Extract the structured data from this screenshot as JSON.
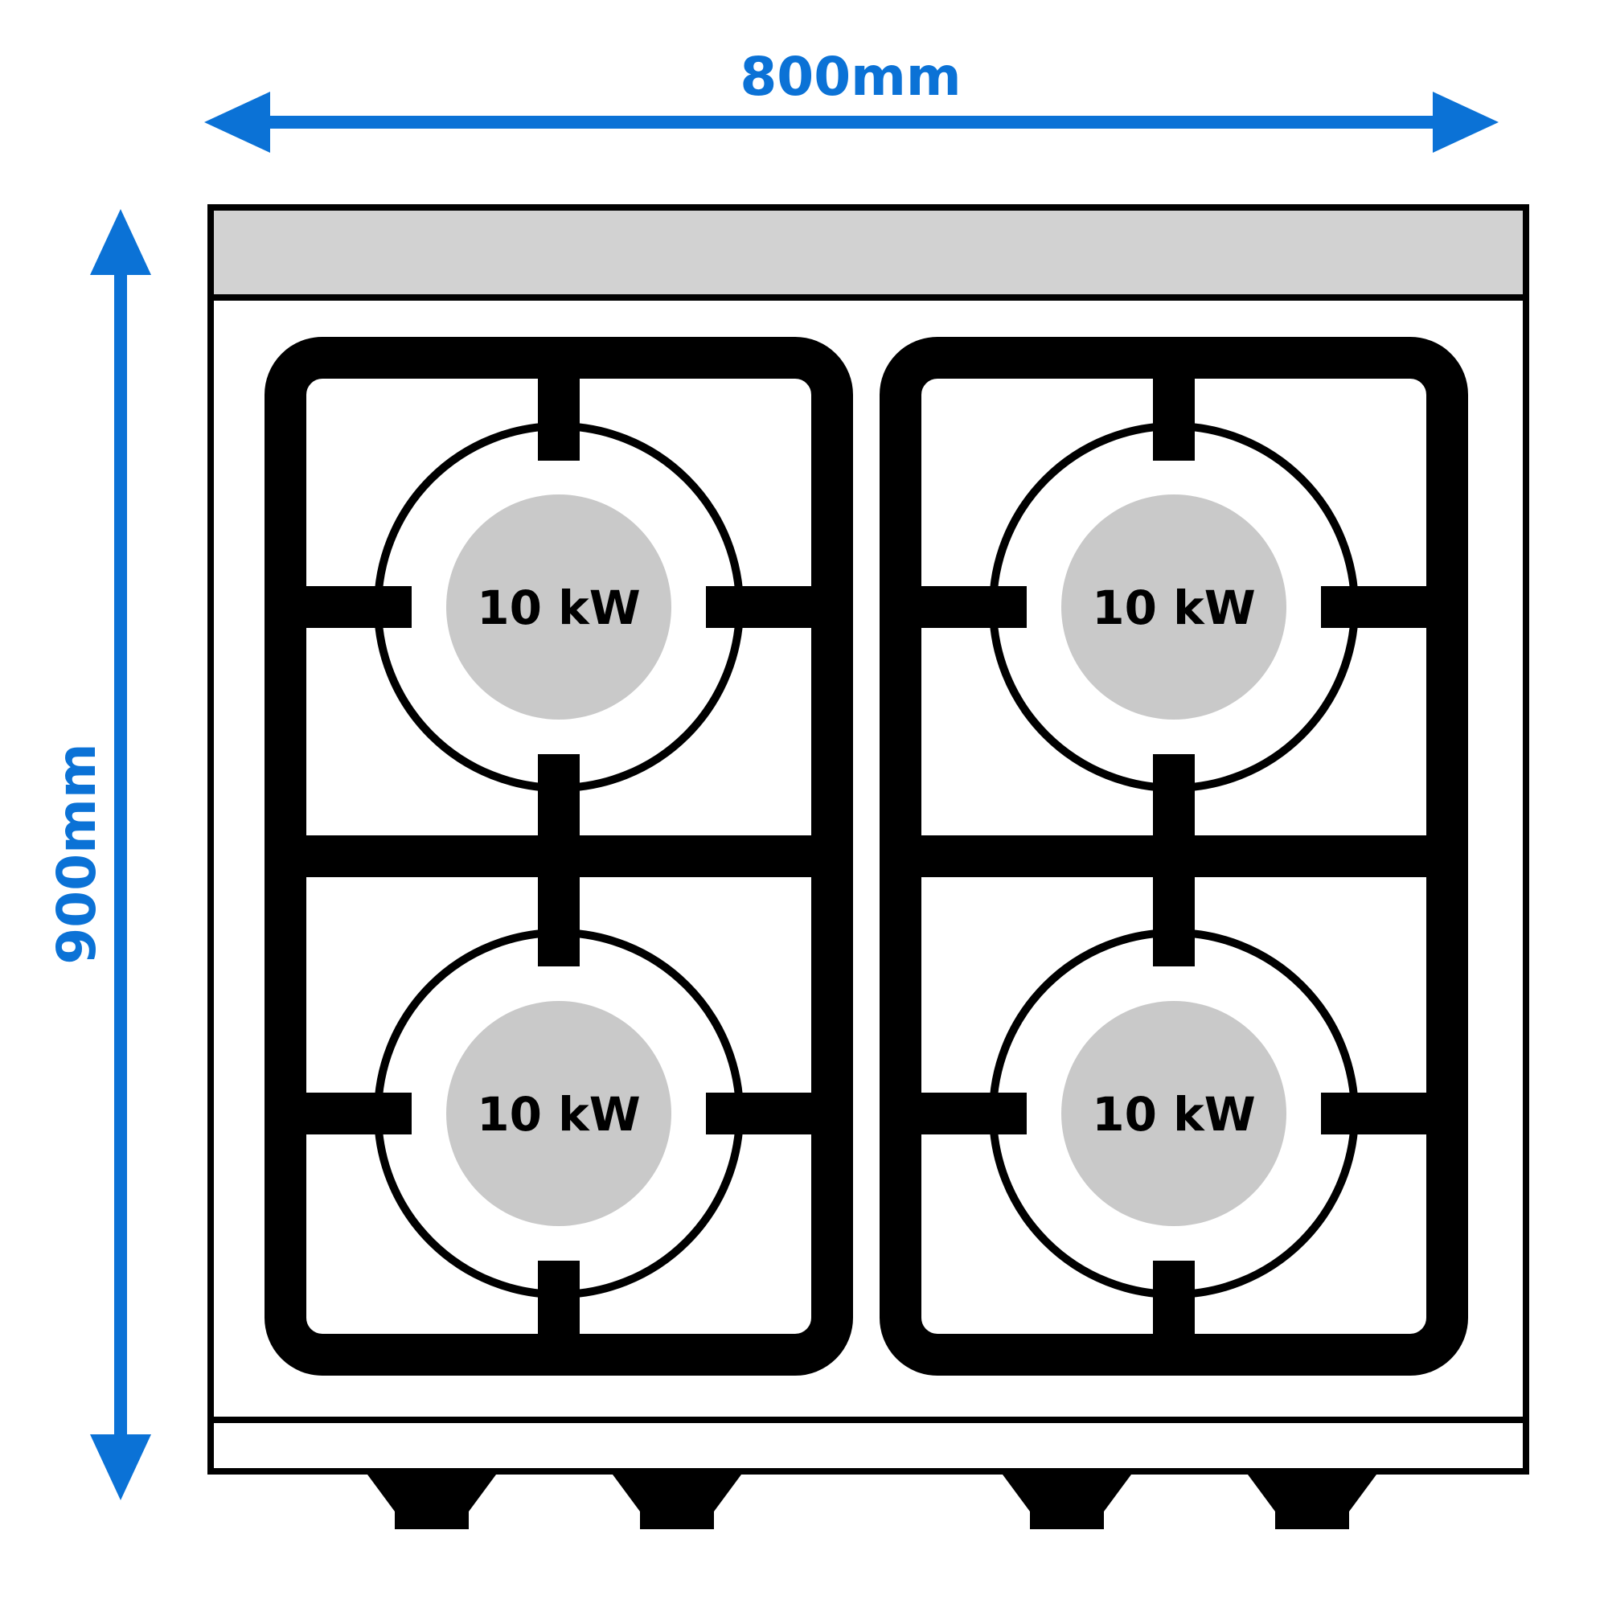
{
  "dimensions": {
    "width_label": "800mm",
    "height_label": "900mm"
  },
  "stove": {
    "burners": [
      {
        "position": "top-left",
        "power_label": "10 kW"
      },
      {
        "position": "top-right",
        "power_label": "10 kW"
      },
      {
        "position": "bottom-left",
        "power_label": "10 kW"
      },
      {
        "position": "bottom-right",
        "power_label": "10 kW"
      }
    ]
  },
  "colors": {
    "dimension_blue": "#0b72d6",
    "back_rail_gray": "#d2d2d2",
    "burner_cap_gray": "#c9c9c9",
    "outline_black": "#000000",
    "background_white": "#ffffff"
  }
}
